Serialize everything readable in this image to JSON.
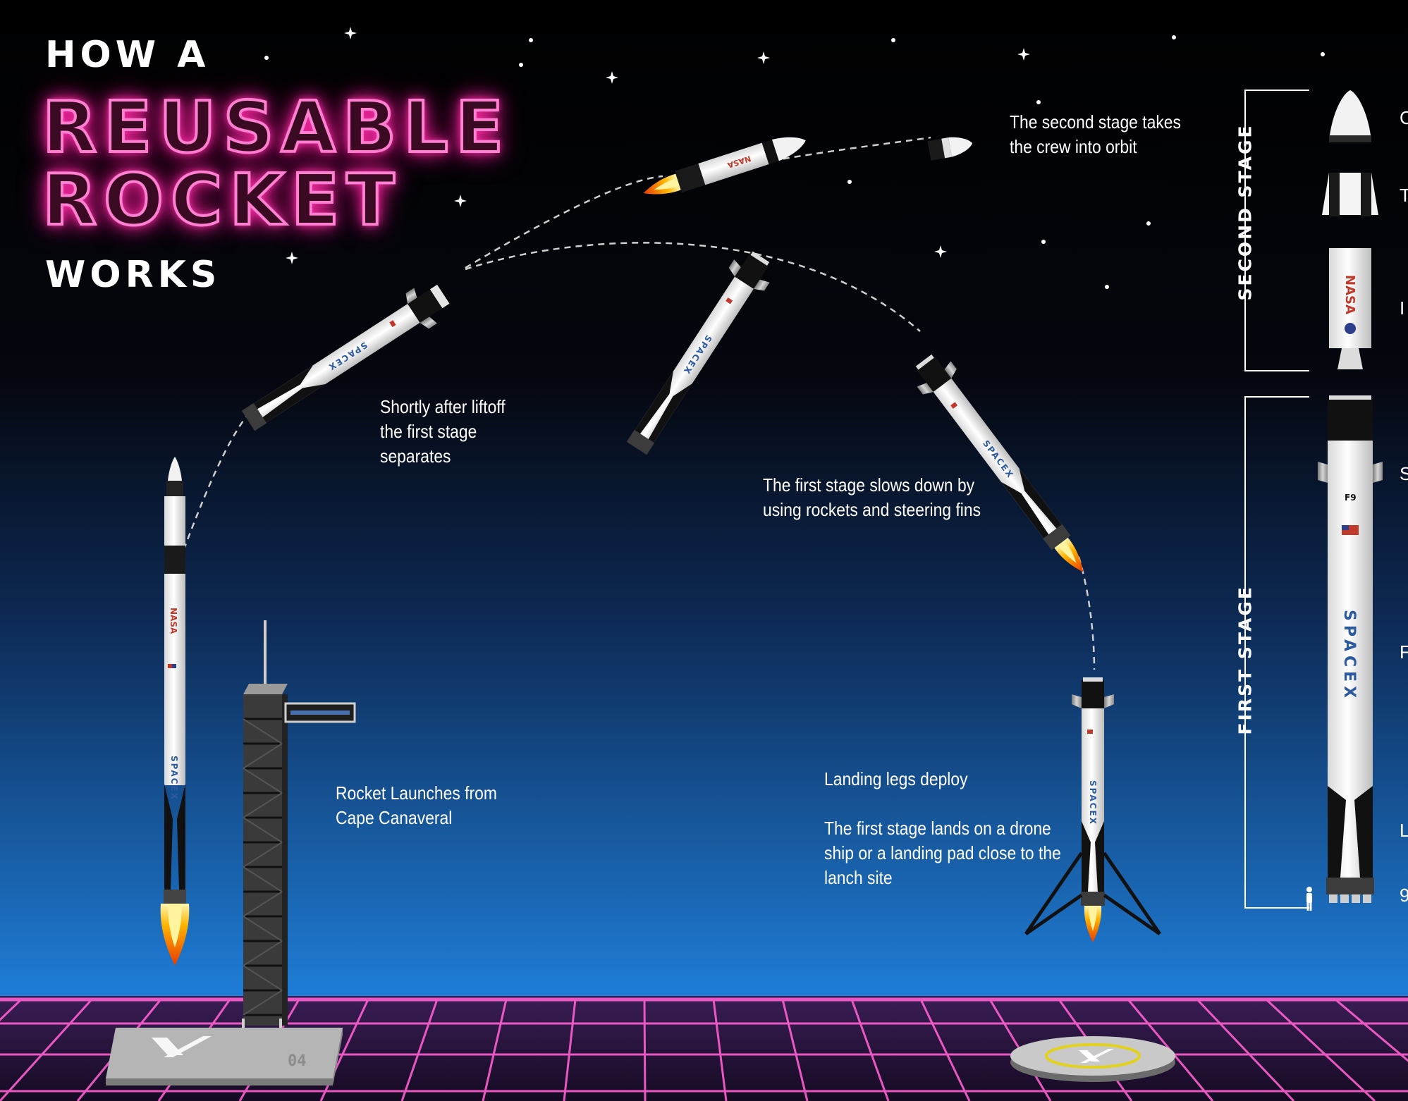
{
  "title": {
    "line1": "HOW A",
    "line2": "REUSABLE",
    "line3": "ROCKET",
    "line4": "WORKS"
  },
  "captions": {
    "launch": "Rocket Launches from\nCape Canaveral",
    "separation": "Shortly after liftoff\nthe first stage\nseparates",
    "orbit": "The second stage takes\nthe crew into orbit",
    "slowdown": "The first stage slows down by\nusing rockets and steering fins",
    "landing_legs": "Landing legs deploy",
    "landing": "The first stage lands on a drone\nship or a landing pad close to the\nlanch site"
  },
  "stage_labels": {
    "second": "SECOND STAGE",
    "first": "FIRST STAGE"
  },
  "side_letters": [
    "C",
    "T",
    "I",
    "S",
    "F",
    "L",
    "9"
  ],
  "rocket_markings": {
    "nasa": "NASA",
    "spacex": "SPACEX",
    "f9": "F9",
    "pad_number": "04",
    "logo_x": "X"
  },
  "colors": {
    "neon_pink": "#ff2fa8",
    "sky_top": "#000000",
    "sky_bottom": "#1e7ad6",
    "grid_line": "#ff5fd0",
    "flame": "#ff7a00"
  },
  "icons": [
    "star-icon",
    "human-scale-icon",
    "spacex-x-logo-icon"
  ]
}
